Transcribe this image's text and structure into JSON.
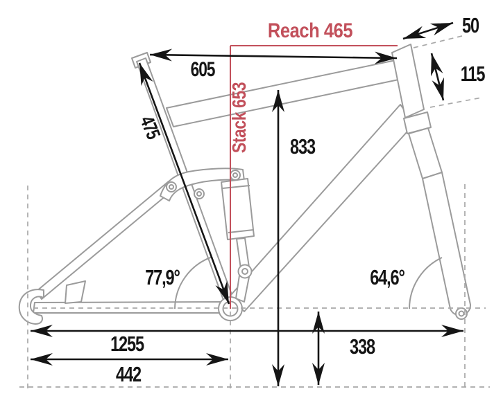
{
  "diagram_title": "bike frame geometry drawing",
  "colors": {
    "accent_red": "#c2505b",
    "dimension_black": "#151515",
    "frame_gray": "#9b9b9b",
    "dashed_gray": "#a8a8a8"
  },
  "dimensions": {
    "reach": "Reach 465",
    "stack": "Stack 653",
    "effective_top_tube": "605",
    "seat_tube_length": "475",
    "standover_height": "833",
    "head_tube_length": "115",
    "head_tube_top_offset": "50",
    "seat_tube_angle": "77,9°",
    "head_tube_angle": "64,6°",
    "wheelbase": "1255",
    "chainstay_length": "442",
    "bb_height": "338"
  }
}
